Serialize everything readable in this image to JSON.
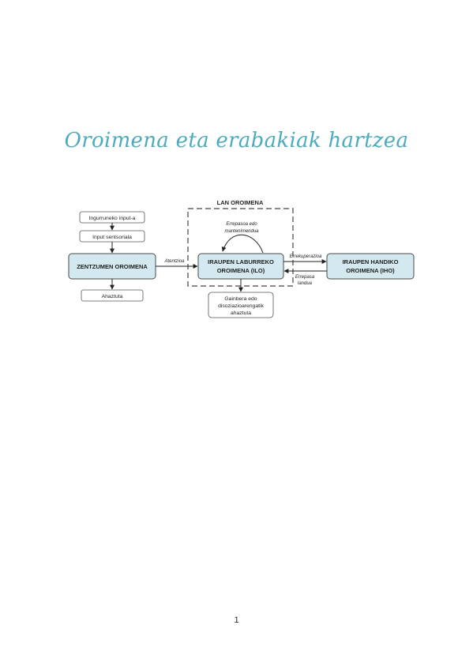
{
  "page": {
    "title": "Oroimena eta erabakiak hartzea",
    "page_number": "1"
  },
  "diagram": {
    "working_memory_label": "LAN OROIMENA",
    "nodes": {
      "environment_input": "Ingurruneko input-a",
      "sensory_input": "Input sentsoriala",
      "sensory_memory": "ZENTZUMEN OROIMENA",
      "forgotten": "Ahaztuta",
      "short_term_line1": "IRAUPEN LABURREKO",
      "short_term_line2": "OROIMENA (ILO)",
      "long_term_line1": "IRAUPEN HANDIKO",
      "long_term_line2": "OROIMENA (IHO)",
      "decay_line1": "Gainbera edo",
      "decay_line2": "disoziazioarengatik",
      "decay_line3": "ahaztuta"
    },
    "arrows": {
      "attention": "Atentzioa",
      "rehearsal_line1": "Errepasoa edo",
      "rehearsal_line2": "mantenimendua",
      "retrieval": "Errekuperazioa",
      "elaborated_line1": "Errepasa",
      "elaborated_line2": "landua"
    },
    "colors": {
      "box_fill": "#d3e8ef",
      "box_stroke": "#4a4a4a",
      "title": "#4cabbd"
    }
  }
}
